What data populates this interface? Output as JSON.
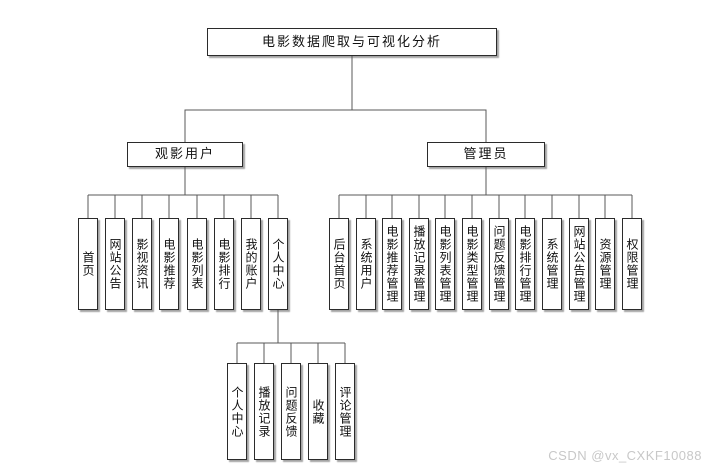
{
  "diagram": {
    "root_label": "电影数据爬取与可视化分析",
    "user_branch": {
      "label": "观影用户",
      "children": [
        "首页",
        "网站公告",
        "影视资讯",
        "电影推荐",
        "电影列表",
        "电影排行",
        "我的账户",
        "个人中心"
      ]
    },
    "admin_branch": {
      "label": "管理员",
      "children": [
        "后台首页",
        "系统用户",
        "电影推荐管理",
        "播放记录管理",
        "电影列表管理",
        "电影类型管理",
        "问题反馈管理",
        "电影排行管理",
        "系统管理",
        "网站公告管理",
        "资源管理",
        "权限管理"
      ]
    },
    "personal_center_branch": {
      "children": [
        "个人中心",
        "播放记录",
        "问题反馈",
        "收藏",
        "评论管理"
      ]
    }
  },
  "watermark": "CSDN @vx_CXKF10088",
  "colors": {
    "background": "#ffffff",
    "connector_line": "#595959",
    "node_border": "#2b2b2b",
    "node_shadow": "#8f8f8f",
    "text": "#111111",
    "watermark_text": "#c8c8c8"
  }
}
